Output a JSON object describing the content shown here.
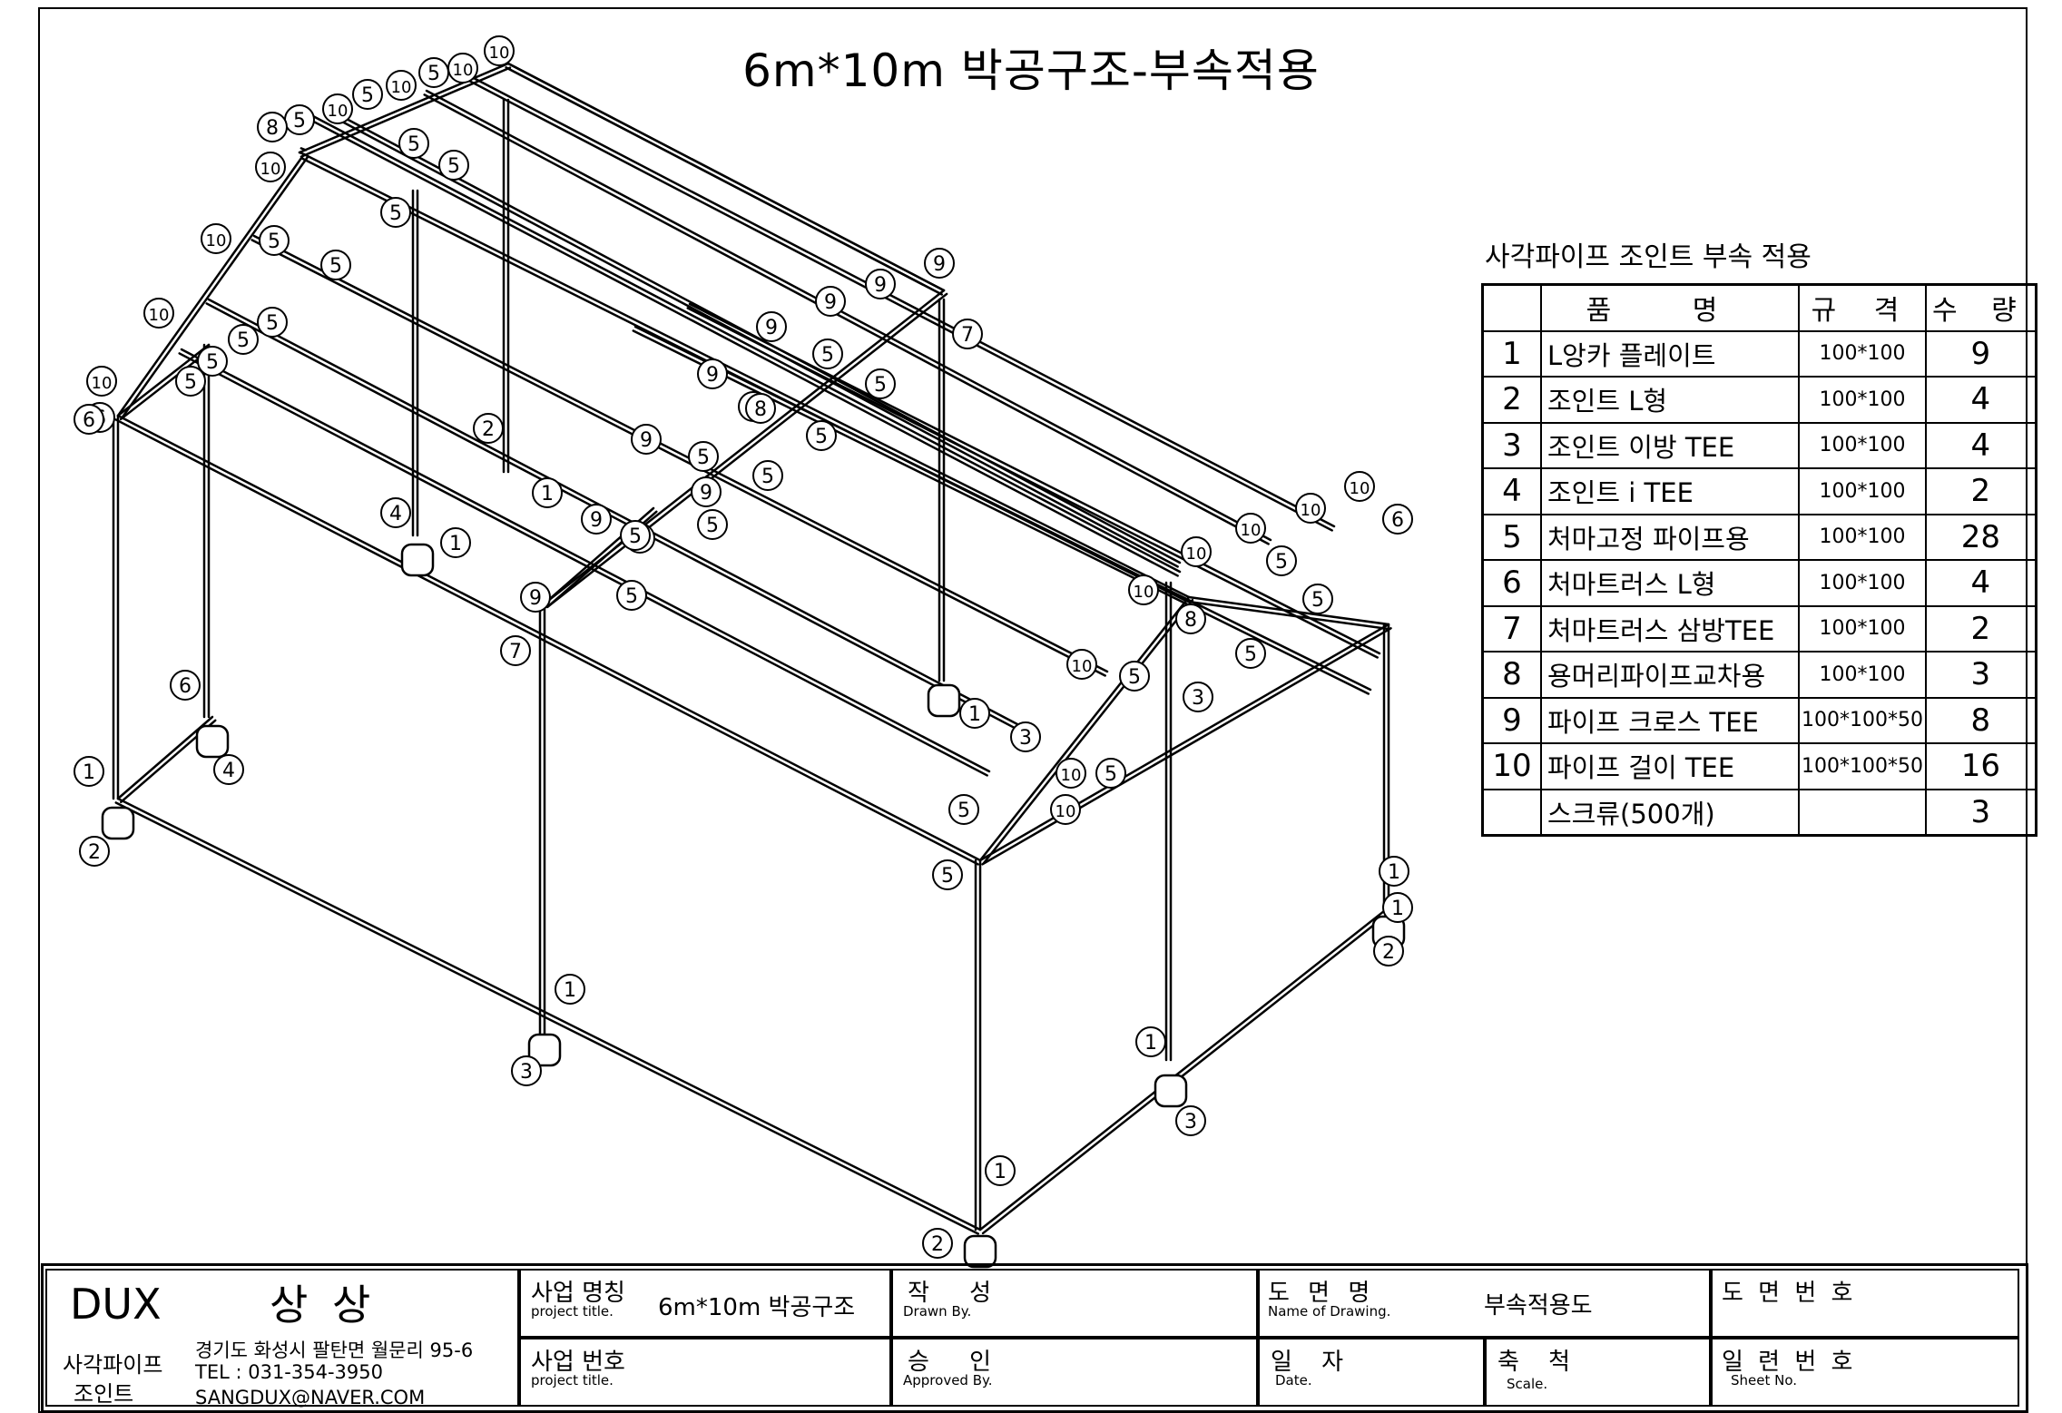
{
  "title": "6m*10m 박공구조-부속적용",
  "parts_table": {
    "caption": "사각파이프 조인트 부속 적용",
    "headers": {
      "name": "품 명",
      "spec": "규 격",
      "qty": "수 량"
    },
    "rows": [
      {
        "no": "1",
        "name": "L앙카 플레이트",
        "spec": "100*100",
        "qty": "9"
      },
      {
        "no": "2",
        "name": "조인트 L형",
        "spec": "100*100",
        "qty": "4"
      },
      {
        "no": "3",
        "name": "조인트 이방 TEE",
        "spec": "100*100",
        "qty": "4"
      },
      {
        "no": "4",
        "name": "조인트 i TEE",
        "spec": "100*100",
        "qty": "2"
      },
      {
        "no": "5",
        "name": "처마고정 파이프용",
        "spec": "100*100",
        "qty": "28"
      },
      {
        "no": "6",
        "name": "처마트러스 L형",
        "spec": "100*100",
        "qty": "4"
      },
      {
        "no": "7",
        "name": "처마트러스 삼방TEE",
        "spec": "100*100",
        "qty": "2"
      },
      {
        "no": "8",
        "name": "용머리파이프교차용",
        "spec": "100*100",
        "qty": "3"
      },
      {
        "no": "9",
        "name": "파이프 크로스 TEE",
        "spec": "100*100*50",
        "qty": "8"
      },
      {
        "no": "10",
        "name": "파이프 걸이 TEE",
        "spec": "100*100*50",
        "qty": "16"
      },
      {
        "no": "",
        "name": "스크류(500개)",
        "spec": "",
        "qty": "3"
      }
    ]
  },
  "callouts": [
    {
      "label": "10"
    },
    {
      "label": "10"
    },
    {
      "label": "5"
    },
    {
      "label": "10"
    },
    {
      "label": "5"
    },
    {
      "label": "10"
    },
    {
      "label": "5"
    },
    {
      "label": "8"
    },
    {
      "label": "10"
    },
    {
      "label": "6"
    },
    {
      "label": "5"
    },
    {
      "label": "5"
    },
    {
      "label": "5"
    },
    {
      "label": "10"
    },
    {
      "label": "5"
    },
    {
      "label": "5"
    },
    {
      "label": "10"
    },
    {
      "label": "5"
    },
    {
      "label": "5"
    },
    {
      "label": "5"
    },
    {
      "label": "10"
    },
    {
      "label": "5"
    },
    {
      "label": "6"
    },
    {
      "label": "9"
    },
    {
      "label": "9"
    },
    {
      "label": "9"
    },
    {
      "label": "9"
    },
    {
      "label": "7"
    },
    {
      "label": "9"
    },
    {
      "label": "5"
    },
    {
      "label": "5"
    },
    {
      "label": "5"
    },
    {
      "label": "9"
    },
    {
      "label": "8"
    },
    {
      "label": "5"
    },
    {
      "label": "2"
    },
    {
      "label": "5"
    },
    {
      "label": "9"
    },
    {
      "label": "5"
    },
    {
      "label": "5"
    },
    {
      "label": "1"
    },
    {
      "label": "4"
    },
    {
      "label": "1"
    },
    {
      "label": "9"
    },
    {
      "label": "5"
    },
    {
      "label": "5"
    },
    {
      "label": "9"
    },
    {
      "label": "5"
    },
    {
      "label": "7"
    },
    {
      "label": "10"
    },
    {
      "label": "10"
    },
    {
      "label": "10"
    },
    {
      "label": "6"
    },
    {
      "label": "10"
    },
    {
      "label": "5"
    },
    {
      "label": "10"
    },
    {
      "label": "5"
    },
    {
      "label": "8"
    },
    {
      "label": "5"
    },
    {
      "label": "3"
    },
    {
      "label": "1"
    },
    {
      "label": "10"
    },
    {
      "label": "5"
    },
    {
      "label": "3"
    },
    {
      "label": "10"
    },
    {
      "label": "5"
    },
    {
      "label": "5"
    },
    {
      "label": "10"
    },
    {
      "label": "5"
    },
    {
      "label": "6"
    },
    {
      "label": "4"
    },
    {
      "label": "1"
    },
    {
      "label": "2"
    },
    {
      "label": "1"
    },
    {
      "label": "2"
    },
    {
      "label": "1"
    },
    {
      "label": "3"
    },
    {
      "label": "1"
    },
    {
      "label": "3"
    },
    {
      "label": "1"
    },
    {
      "label": "2"
    },
    {
      "label": "1"
    }
  ],
  "title_block": {
    "company": "DUX",
    "company_korean": "상 상",
    "product_line_1": "사각파이프",
    "product_line_2": "조인트",
    "address": "경기도 화성시 팔탄면 월문리 95-6",
    "tel": "TEL : 031-354-3950",
    "email": "SANGDUX@NAVER.COM",
    "project_name_label": "사업 명칭",
    "project_name_sub": "project title.",
    "project_name_value": "6m*10m 박공구조",
    "project_no_label": "사업 번호",
    "project_no_sub": "project title.",
    "drawn_label": "작 성",
    "drawn_sub": "Drawn By.",
    "approved_label": "승 인",
    "approved_sub": "Approved By.",
    "drawing_name_label": "도 면 명",
    "drawing_name_sub": "Name of Drawing.",
    "drawing_name_value": "부속적용도",
    "date_label": "일 자",
    "date_sub": "Date.",
    "scale_label": "축 척",
    "scale_sub": "Scale.",
    "drawing_no_label": "도 면 번 호",
    "sheet_no_label": "일 련 번 호",
    "sheet_no_sub": "Sheet No."
  }
}
